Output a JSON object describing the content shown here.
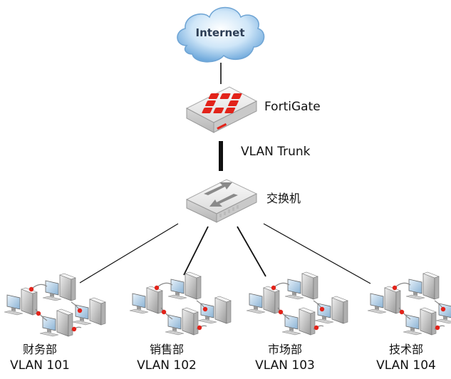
{
  "nodes": {
    "internet": "Internet",
    "firewall": "FortiGate",
    "link": "VLAN Trunk",
    "switch": "交换机"
  },
  "groups": [
    {
      "name": "财务部",
      "vlan": "VLAN 101"
    },
    {
      "name": "销售部",
      "vlan": "VLAN 102"
    },
    {
      "name": "市场部",
      "vlan": "VLAN 103"
    },
    {
      "name": "技术部",
      "vlan": "VLAN 104"
    }
  ],
  "colors": {
    "cloud": "#8fbfe6",
    "fortinet_red": "#e2231a",
    "device_body": "#e6e6e6",
    "line": "#111111"
  }
}
